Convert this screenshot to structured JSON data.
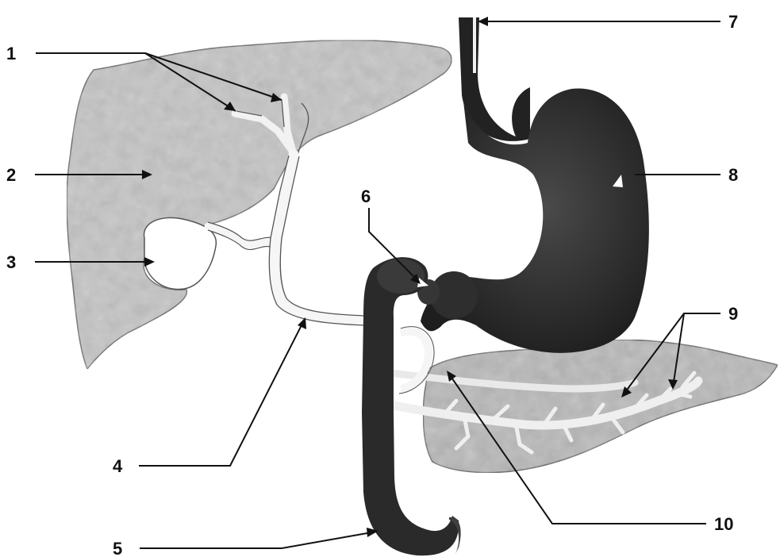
{
  "colors": {
    "liver": "#c4c4c4",
    "pancreas": "#b8b8b8",
    "gut": "#2a2a2a",
    "duct": "#f4f4f4",
    "ink": "#111111"
  },
  "labels": [
    {
      "id": "1",
      "text": "1"
    },
    {
      "id": "2",
      "text": "2"
    },
    {
      "id": "3",
      "text": "3"
    },
    {
      "id": "4",
      "text": "4"
    },
    {
      "id": "5",
      "text": "5"
    },
    {
      "id": "6",
      "text": "6"
    },
    {
      "id": "7",
      "text": "7"
    },
    {
      "id": "8",
      "text": "8"
    },
    {
      "id": "9",
      "text": "9"
    },
    {
      "id": "10",
      "text": "10"
    }
  ]
}
